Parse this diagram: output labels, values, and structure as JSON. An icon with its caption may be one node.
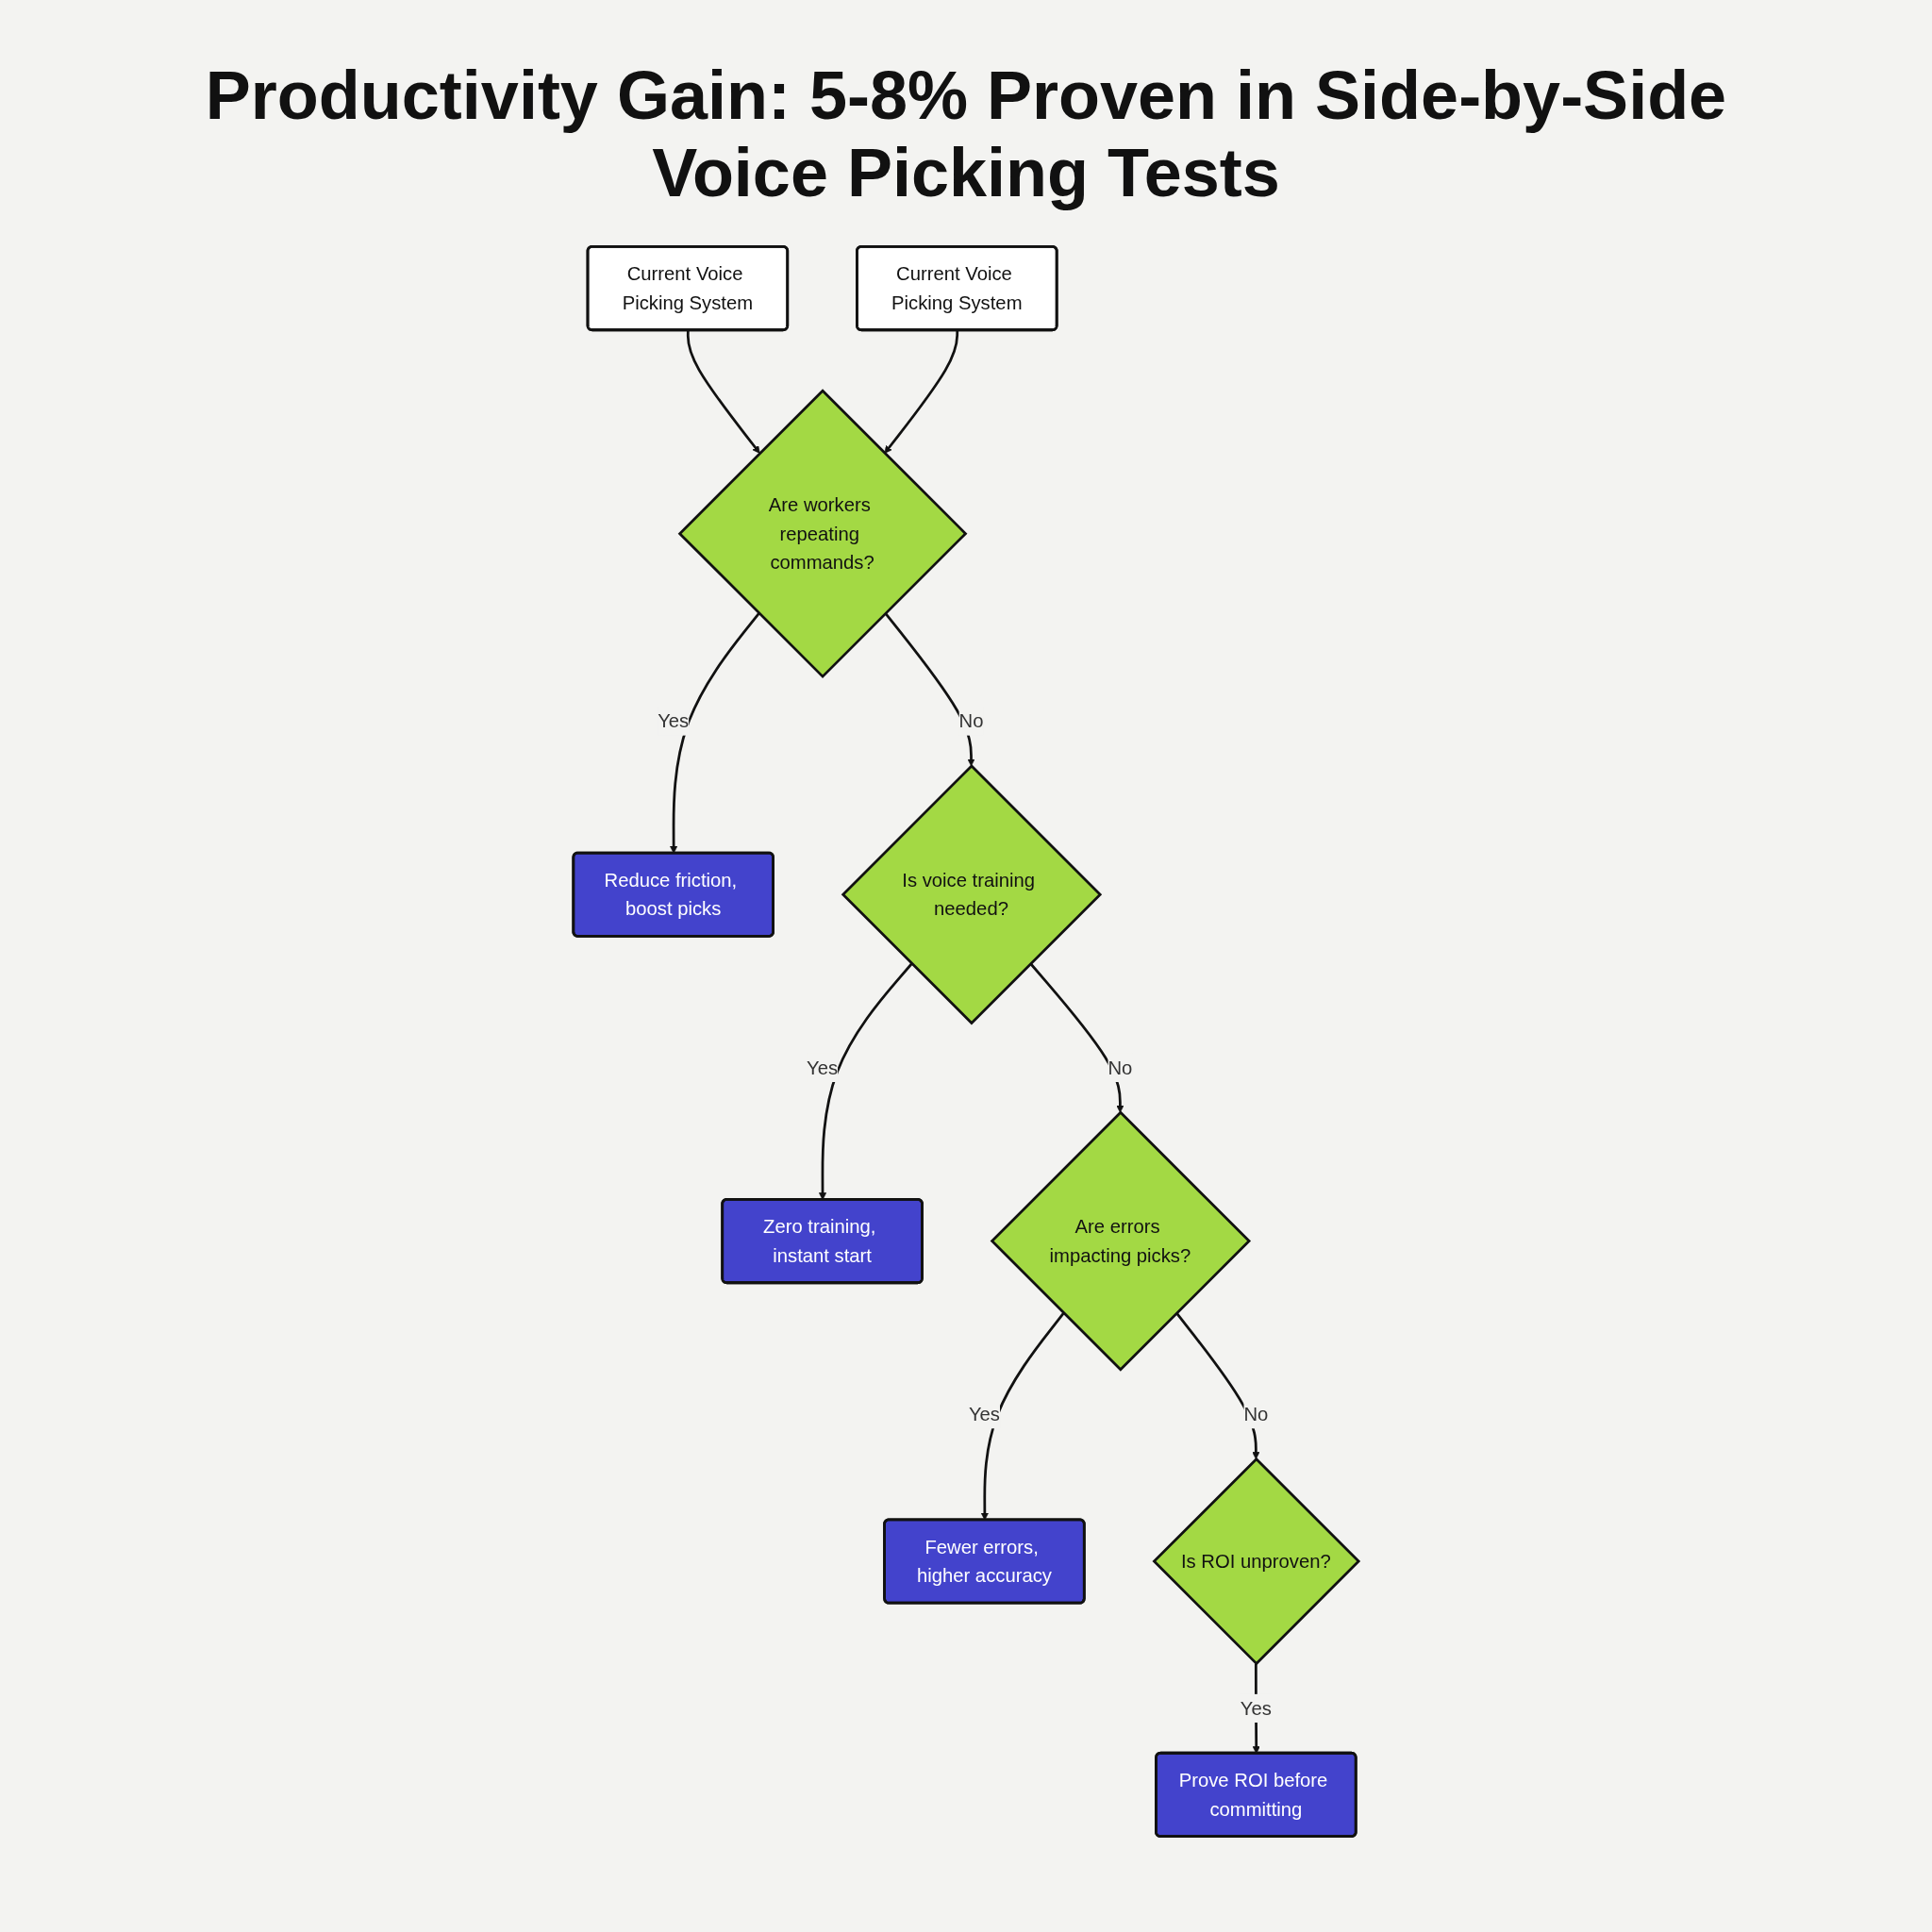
{
  "diagram": {
    "title": "Productivity Gain: 5-8% Proven in Side-by-Side Voice Picking Tests",
    "nodes": [
      {
        "text": [
          "Current Voice Picking System"
        ]
      },
      {
        "text": [
          "Current Voice Picking System"
        ]
      },
      {
        "text": [
          "Are workers repeating commands?"
        ]
      },
      {
        "text": [
          "Reduce friction, boost picks"
        ]
      },
      {
        "text": [
          "Is voice training needed?"
        ]
      },
      {
        "text": [
          "Zero training, instant start"
        ]
      },
      {
        "text": [
          "Are errors impacting picks?"
        ]
      },
      {
        "text": [
          "Fewer errors, higher accuracy"
        ]
      },
      {
        "text": [
          "Is ROI unproven?"
        ]
      },
      {
        "text": [
          "Prove ROI before committing"
        ]
      }
    ],
    "edges": [
      {
        "from": 0,
        "to": 2,
        "arrow": "to"
      },
      {
        "from": 1,
        "to": 2,
        "arrow": "to"
      },
      {
        "from": 2,
        "to": 3,
        "arrow": "to",
        "label": "Yes"
      },
      {
        "from": 2,
        "to": 4,
        "arrow": "to",
        "label": "No"
      },
      {
        "from": 4,
        "to": 5,
        "arrow": "to",
        "label": "Yes"
      },
      {
        "from": 4,
        "to": 6,
        "arrow": "to",
        "label": "No"
      },
      {
        "from": 6,
        "to": 7,
        "arrow": "to",
        "label": "Yes"
      },
      {
        "from": 6,
        "to": 8,
        "arrow": "to",
        "label": "No"
      },
      {
        "from": 8,
        "to": 9,
        "arrow": "to",
        "label": "Yes"
      }
    ]
  }
}
